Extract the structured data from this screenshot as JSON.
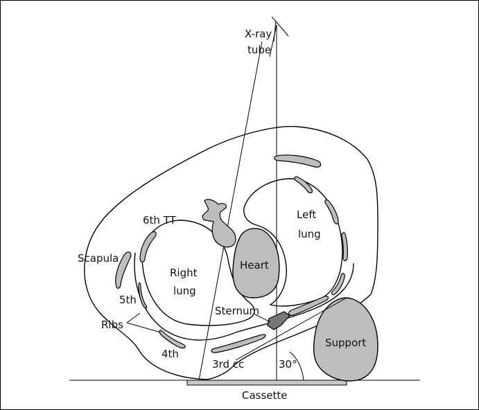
{
  "labels": {
    "xray_tube_line1": "X-ray",
    "xray_tube_line2": "tube",
    "sixth_tt": "6th TT",
    "left_lung_line1": "Left",
    "left_lung_line2": "lung",
    "scapula": "Scapula",
    "heart": "Heart",
    "right_lung_line1": "Right",
    "right_lung_line2": "lung",
    "fifth": "5th",
    "sternum": "Sternum",
    "ribs": "Ribs",
    "support": "Support",
    "fourth": "4th",
    "third_cc": "3rd cc",
    "angle": "30°",
    "cassette": "Cassette"
  },
  "colors": {
    "fill_gray": "#bdbdbd",
    "dark_gray": "#777777",
    "stroke": "#000000"
  }
}
